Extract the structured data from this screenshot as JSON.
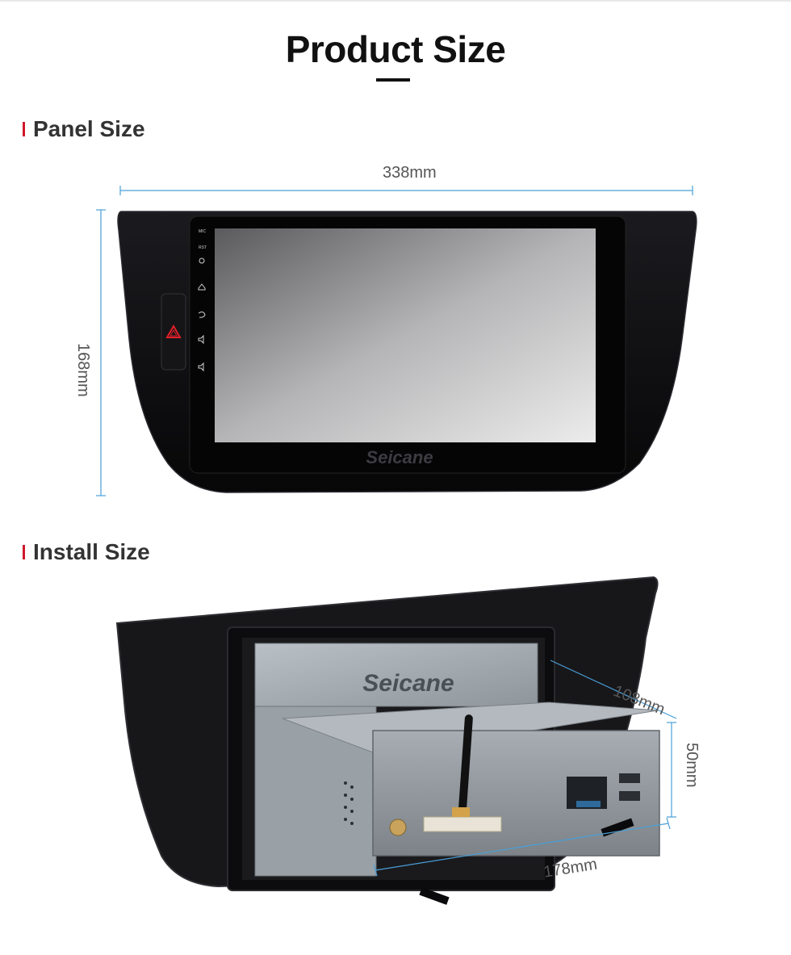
{
  "page_title": "Product Size",
  "sections": {
    "panel": {
      "heading": "Panel Size",
      "width_label": "338mm",
      "height_label": "168mm"
    },
    "install": {
      "heading": "Install Size",
      "depth_label": "108mm",
      "height_label": "50mm",
      "width_label": "178mm"
    }
  },
  "panel_buttons": [
    "MIC",
    "RST"
  ],
  "brand": "Seicane",
  "colors": {
    "accent": "#d0182a",
    "dimension_line": "#4a9fd8",
    "bezel": "#0d0d0f"
  }
}
